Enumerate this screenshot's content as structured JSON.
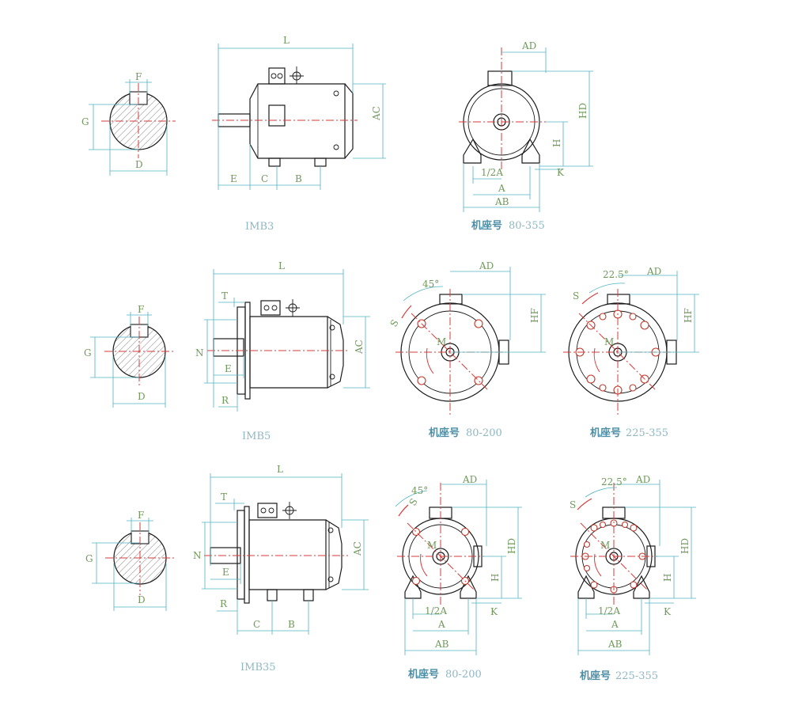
{
  "colors": {
    "outline": "#1b1b1b",
    "dimension": "#4fb3c0",
    "dim_label": "#6f9a5a",
    "centerline": "#d63b3b",
    "caption": "#8fb7c4",
    "caption_cn": "#4f8fa6"
  },
  "rows": [
    {
      "shaft": {
        "f": "F",
        "g": "G",
        "d": "D"
      },
      "side": {
        "l": "L",
        "ac": "AC",
        "e": "E",
        "c": "C",
        "b": "B"
      },
      "caption": "IMB3",
      "end_views": [
        {
          "ad": "AD",
          "hd": "HD",
          "h": "H",
          "k": "K",
          "half_a": "1/2A",
          "a": "A",
          "ab": "AB",
          "frame_label": "机座号",
          "frame_range": "80-355"
        }
      ]
    },
    {
      "shaft": {
        "f": "F",
        "g": "G",
        "d": "D"
      },
      "side": {
        "l": "L",
        "t": "T",
        "n": "N",
        "e": "E",
        "r": "R",
        "ac": "AC"
      },
      "caption": "IMB5",
      "end_views": [
        {
          "ad": "AD",
          "hf": "HF",
          "angle": "45°",
          "s": "S",
          "m": "M",
          "frame_label": "机座号",
          "frame_range": "80-200"
        },
        {
          "ad": "AD",
          "hf": "HF",
          "angle": "22.5°",
          "s": "S",
          "m": "M",
          "frame_label": "机座号",
          "frame_range": "225-355"
        }
      ]
    },
    {
      "shaft": {
        "f": "F",
        "g": "G",
        "d": "D"
      },
      "side": {
        "l": "L",
        "t": "T",
        "n": "N",
        "e": "E",
        "r": "R",
        "ac": "AC",
        "c": "C",
        "b": "B"
      },
      "caption": "IMB35",
      "end_views": [
        {
          "ad": "AD",
          "hd": "HD",
          "h": "H",
          "k": "K",
          "half_a": "1/2A",
          "a": "A",
          "ab": "AB",
          "angle": "45°",
          "s": "S",
          "m": "M",
          "frame_label": "机座号",
          "frame_range": "80-200"
        },
        {
          "ad": "AD",
          "hd": "HD",
          "h": "H",
          "k": "K",
          "half_a": "1/2A",
          "a": "A",
          "ab": "AB",
          "angle": "22.5°",
          "s": "S",
          "m": "M",
          "frame_label": "机座号",
          "frame_range": "225-355"
        }
      ]
    }
  ]
}
